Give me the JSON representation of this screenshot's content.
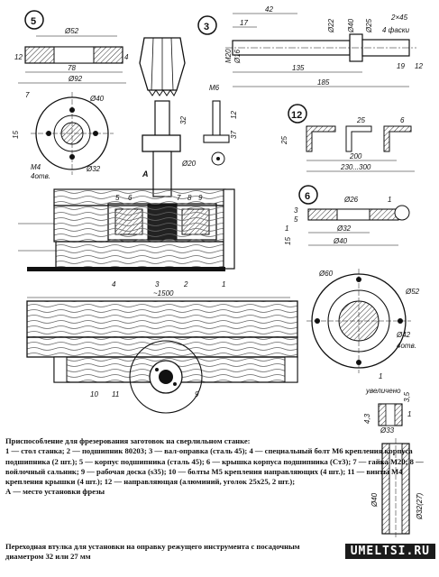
{
  "drawing": {
    "callouts": {
      "c5": "5",
      "c3": "3",
      "c12": "12",
      "c6": "6"
    },
    "part5": {
      "d52": "Ø52",
      "d92": "Ø92",
      "h12": "12",
      "w78": "78",
      "w4": "4"
    },
    "part3": {
      "d42": "42",
      "d17": "17",
      "m20": "M20",
      "d16": "Ø16",
      "d22": "Ø22",
      "d40": "Ø40",
      "d25": "Ø25",
      "chamfer": "2×45",
      "fases": "4 фаски",
      "l135": "135",
      "l185": "185",
      "l19": "19",
      "l12": "12"
    },
    "flange": {
      "d40": "Ø40",
      "d32": "Ø32",
      "n15": "15",
      "n7": "7",
      "m4": "M4",
      "n4": "4отв."
    },
    "bolt": {
      "m6": "M6",
      "n32": "32",
      "n12": "12",
      "n37": "37",
      "d20": "Ø20"
    },
    "assembly": {
      "labelA": "A",
      "labels": [
        "5",
        "6",
        "7",
        "8",
        "9",
        "4",
        "3",
        "2",
        "1"
      ]
    },
    "part12": {
      "n25a": "25",
      "n6": "6",
      "n25b": "25",
      "n200": "200",
      "n230": "230...300"
    },
    "part6": {
      "d26": "Ø26",
      "n1": "1",
      "n5": "5",
      "n3": "3",
      "n1b": "1",
      "n15": "15",
      "d32": "Ø32",
      "d40": "Ø40"
    },
    "table": {
      "n1500": "~1500",
      "labels": [
        "10",
        "11",
        "9"
      ]
    },
    "ring": {
      "d60": "Ø60",
      "d52": "Ø52",
      "d42": "Ø42",
      "n4": "4отв.",
      "n1": "1",
      "zoom": "увеличено"
    },
    "sleeve": {
      "n3_5": "3,5",
      "n4_3": "4,3",
      "n1": "1",
      "d33": "Ø33",
      "d40": "Ø40",
      "d32": "Ø32(27)"
    }
  },
  "caption": {
    "title": "Приспособление для фрезерования заготовок на сверлильном станке:",
    "body": "1 — стол станка; 2 — подшипник 80203; 3 — вал-оправка (сталь 45); 4 — специальный болт М6 крепления корпуса подшипника (2 шт.); 5 — корпус подшипника (сталь 45); 6 — крышка корпуса подшипника (Ст3); 7 — гайка М20; 8 — войлочный сальник; 9 — рабочая доска (s35); 10 — болты М5 крепления направляющих (4 шт.); 11 — винты М4 крепления крышки (4 шт.); 12 — направляющая (алюминий, уголок 25х25, 2 шт.);",
    "note": "А — место установки фрезы"
  },
  "subtitle": "Переходная втулка для установки на оправку режущего инструмента с посадочным диаметром 32 или 27 мм",
  "watermark": "UMELTSI.RU",
  "colors": {
    "ink": "#111111",
    "hatch": "#444444",
    "wood": "#555555",
    "paper": "#ffffff"
  }
}
